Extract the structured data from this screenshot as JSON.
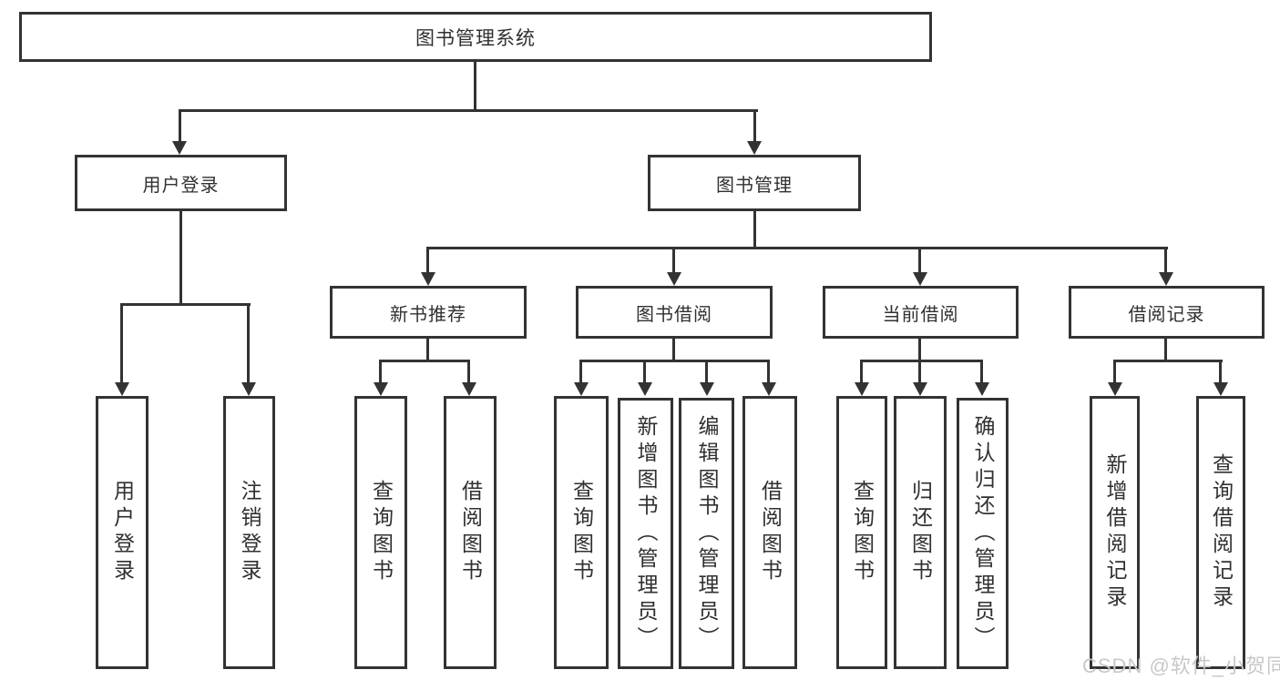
{
  "diagram": {
    "title": "图书管理系统",
    "nodes": {
      "root": "图书管理系统",
      "user_login": "用户登录",
      "book_mgmt": "图书管理",
      "new_book_rec": "新书推荐",
      "book_borrow": "图书借阅",
      "current_borrow": "当前借阅",
      "borrow_record": "借阅记录",
      "leaf_user_login": "用户登录",
      "leaf_logout": "注销登录",
      "nb_query_book": "查询图书",
      "nb_borrow_book": "借阅图书",
      "bb_query_book": "查询图书",
      "bb_add_book": "新增图书（管理员）",
      "bb_edit_book": "编辑图书（管理员）",
      "bb_borrow_book": "借阅图书",
      "cb_query_book": "查询图书",
      "cb_return_book": "归还图书",
      "cb_confirm_return": "确认归还（管理员）",
      "br_add_record": "新增借阅记录",
      "br_query_record": "查询借阅记录"
    },
    "hierarchy": {
      "图书管理系统": [
        "用户登录",
        "图书管理"
      ],
      "用户登录": [
        "用户登录",
        "注销登录"
      ],
      "图书管理": [
        "新书推荐",
        "图书借阅",
        "当前借阅",
        "借阅记录"
      ],
      "新书推荐": [
        "查询图书",
        "借阅图书"
      ],
      "图书借阅": [
        "查询图书",
        "新增图书（管理员）",
        "编辑图书（管理员）",
        "借阅图书"
      ],
      "当前借阅": [
        "查询图书",
        "归还图书",
        "确认归还（管理员）"
      ],
      "借阅记录": [
        "新增借阅记录",
        "查询借阅记录"
      ]
    },
    "colors": {
      "line": "#333333",
      "background": "#ffffff",
      "watermark": "#c8c8c8"
    }
  },
  "watermark": {
    "text": "CSDN @软件_小贺同学"
  }
}
